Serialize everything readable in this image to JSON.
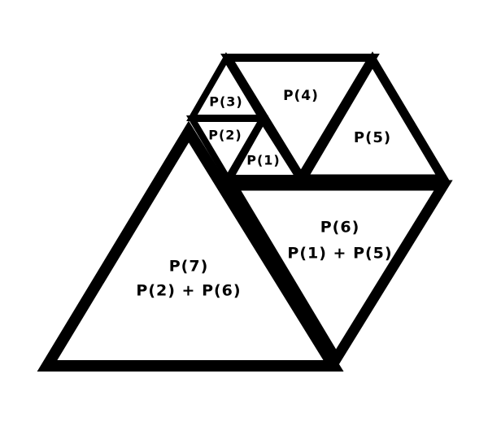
{
  "diagram": {
    "colors": {
      "fill": "#ffffff",
      "stroke": "#000000"
    },
    "pieces": {
      "p1": {
        "label": "P(1)"
      },
      "p2": {
        "label": "P(2)"
      },
      "p3": {
        "label": "P(3)"
      },
      "p4": {
        "label": "P(4)"
      },
      "p5": {
        "label": "P(5)"
      },
      "p6": {
        "label": "P(6)",
        "formula": "P(1) + P(5)"
      },
      "p7": {
        "label": "P(7)",
        "formula": "P(2) + P(6)"
      }
    }
  }
}
